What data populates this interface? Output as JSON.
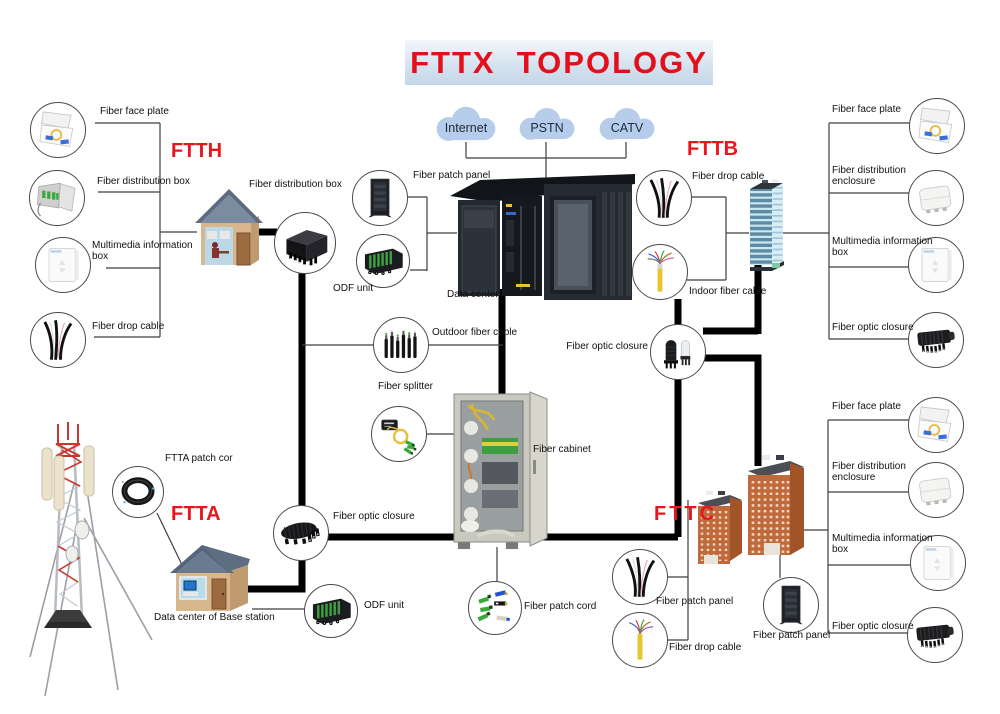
{
  "title": "FTTX  TOPOLOGY",
  "clouds": {
    "internet": "Internet",
    "pstn": "PSTN",
    "catv": "CATV"
  },
  "sections": {
    "ftth": "FTTH",
    "fttb": "FTTB",
    "ftta": "FTTA",
    "fttc": "FTTC"
  },
  "ftth_column": {
    "face_plate": "Fiber face plate",
    "distribution_box": "Fiber distribution box",
    "multimedia_box": "Multimedia information box",
    "drop_cable": "Fiber drop cable"
  },
  "ftth": {
    "house_distribution_box": "Fiber distribution box"
  },
  "core": {
    "fiber_patch_panel": "Fiber patch panel",
    "odf_unit": "ODF unit",
    "data_center": "Data center",
    "outdoor_fiber_cable": "Outdoor fiber cable",
    "fiber_splitter": "Fiber splitter",
    "fiber_cabinet": "Fiber cabinet",
    "fiber_patch_cord": "Fiber patch cord"
  },
  "fttb": {
    "drop_cable": "Fiber drop cable",
    "indoor_cable": "Indoor fiber cable",
    "optic_closure": "Fiber optic closure",
    "column": {
      "face_plate": "Fiber face plate",
      "distribution_enclosure": "Fiber distribution enclosure",
      "multimedia_box": "Multimedia information box",
      "optic_closure": "Fiber optic closure"
    }
  },
  "ftta": {
    "patch_cord": "FTTA patch cor",
    "optic_closure": "Fiber optic closure",
    "base_station": "Data center of Base station",
    "odf_unit": "ODF unit"
  },
  "fttc": {
    "patch_panel": "Fiber patch panel",
    "drop_cable": "Fiber drop cable",
    "rack_patch_panel": "Fiber patch panel",
    "column": {
      "face_plate": "Fiber face plate",
      "distribution_enclosure": "Fiber distribution enclosure",
      "multimedia_box": "Multimedia information box",
      "optic_closure": "Fiber optic closure"
    }
  },
  "icons": {
    "fiber_face_plate": "open-faceplate-box-icon",
    "fiber_distribution_box": "open-gray-terminal-box-icon",
    "multimedia_information_box": "white-wall-box-icon",
    "fiber_drop_cable": "black-drop-cables-icon",
    "black_distribution_box": "black-outdoor-box-icon",
    "rack": "server-rack-icon",
    "odf": "odf-green-modules-icon",
    "outdoor_cables": "cable-cross-sections-icon",
    "splitter": "plc-splitter-coil-icon",
    "dome_closures": "dome-closures-icon",
    "indoor_cable": "yellow-indoor-cable-icon",
    "patch_coil": "black-cable-coil-icon",
    "flat_closure": "horizontal-closure-icon",
    "patch_cords": "fiber-connectors-icon",
    "white_enclosure": "white-distribution-enclosure-icon",
    "multiport_closure": "multiport-closure-icon"
  },
  "colors": {
    "accent_red": "#e8151d",
    "cloud_blue": "#b6cceb",
    "title_bg_top": "#f0f5fa",
    "title_bg_bottom": "#c3d6e8",
    "line_black": "#000000",
    "line_thin": "#3f3f3f"
  }
}
